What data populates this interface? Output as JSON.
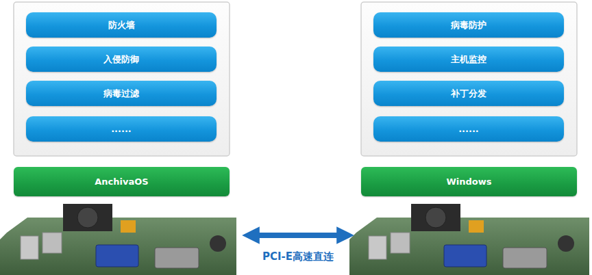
{
  "diagram": {
    "nodes": [
      {
        "text": [
          "防火墙"
        ]
      },
      {
        "text": [
          "入侵防御"
        ]
      },
      {
        "text": [
          "病毒过滤"
        ]
      },
      {
        "text": [
          "......"
        ]
      },
      {
        "text": [
          "AnchivaOS"
        ]
      },
      {
        "text": [
          "病毒防护"
        ]
      },
      {
        "text": [
          "主机监控"
        ]
      },
      {
        "text": [
          "补丁分发"
        ]
      },
      {
        "text": [
          "......"
        ]
      },
      {
        "text": [
          "Windows"
        ]
      }
    ],
    "labels": [
      "PCI-E高速直连"
    ]
  }
}
